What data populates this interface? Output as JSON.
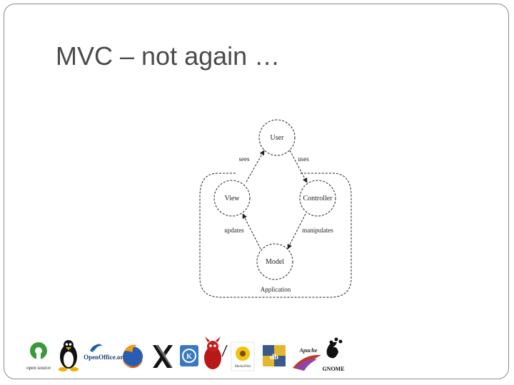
{
  "slide": {
    "title": "MVC – not again …"
  },
  "diagram": {
    "nodes": {
      "user": "User",
      "view": "View",
      "controller": "Controller",
      "model": "Model"
    },
    "edges": {
      "sees": "sees",
      "uses": "uses",
      "updates": "updates",
      "manipulates": "manipulates"
    },
    "container_label": "Application"
  },
  "logos": [
    {
      "name": "open-source-logo",
      "caption": "open source"
    },
    {
      "name": "tux-linux-logo",
      "caption": ""
    },
    {
      "name": "openoffice-logo",
      "caption": "OpenOffice.org"
    },
    {
      "name": "firefox-logo",
      "caption": ""
    },
    {
      "name": "x-window-logo",
      "caption": ""
    },
    {
      "name": "kde-logo",
      "caption": ""
    },
    {
      "name": "freebsd-daemon-logo",
      "caption": ""
    },
    {
      "name": "mediawiki-logo",
      "caption": "MediaWiki"
    },
    {
      "name": "delicious-logo",
      "caption": ""
    },
    {
      "name": "apache-logo",
      "caption": "Apache"
    },
    {
      "name": "gnome-logo",
      "caption": "GNOME"
    }
  ],
  "colors": {
    "frame": "#8a8a8a",
    "title": "#4a4a4a",
    "diagram_stroke": "#222222"
  }
}
